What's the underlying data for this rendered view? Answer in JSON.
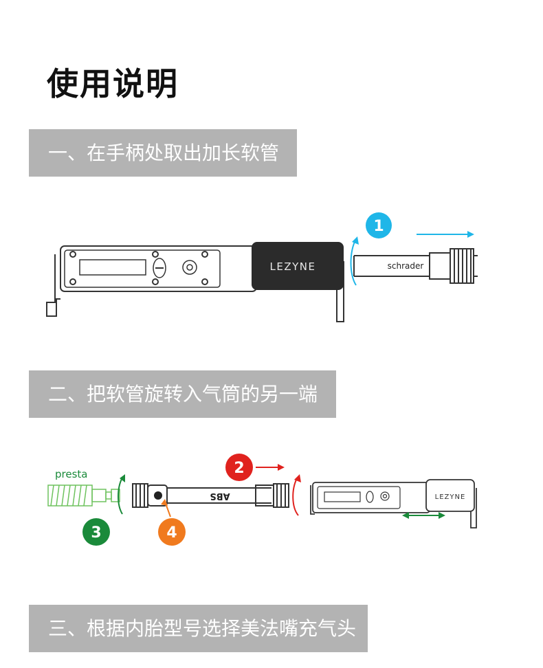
{
  "page": {
    "title": "使用说明"
  },
  "steps": [
    {
      "label": "一、在手柄处取出加长软管"
    },
    {
      "label": "二、把软管旋转入气筒的另一端"
    },
    {
      "label": "三、根据内胎型号选择美法嘴充气头"
    }
  ],
  "illustration1": {
    "brand": "LEZYNE",
    "hose_label": "schrader",
    "badge": "1"
  },
  "illustration2": {
    "valve_label": "presta",
    "hose_label": "ABS",
    "brand": "LEZYNE",
    "badges": [
      "2",
      "3",
      "4"
    ]
  },
  "colors": {
    "bar": "#b3b3b3",
    "blue": "#1fb6e8",
    "red": "#e0221e",
    "green": "#1a8a3a",
    "orange": "#f07a1e",
    "presta_green": "#6ec25e"
  }
}
